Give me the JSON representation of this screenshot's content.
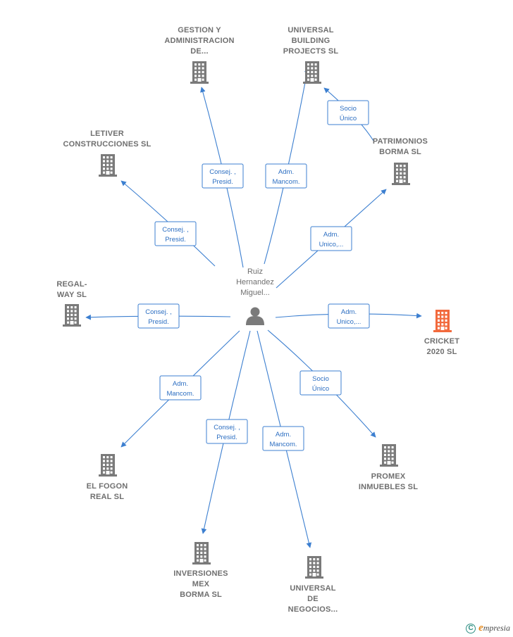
{
  "colors": {
    "edge": "#3c7fd0",
    "building": "#7a7a7a",
    "building_highlight": "#f26a3d",
    "text": "#6f6f6f",
    "brand": "#2f8f83"
  },
  "center": {
    "name_lines": [
      "Ruiz",
      "Hernandez",
      "Miguel..."
    ],
    "icon": "person-icon"
  },
  "companies": [
    {
      "id": "gestion",
      "name_lines": [
        "GESTION Y",
        "ADMINISTRACION",
        "DE..."
      ],
      "highlight": false
    },
    {
      "id": "universal-building",
      "name_lines": [
        "UNIVERSAL",
        "BUILDING",
        "PROJECTS  SL"
      ],
      "highlight": false
    },
    {
      "id": "letiver",
      "name_lines": [
        "LETIVER",
        "CONSTRUCCIONES SL"
      ],
      "highlight": false
    },
    {
      "id": "patrimonios",
      "name_lines": [
        "PATRIMONIOS",
        "BORMA SL"
      ],
      "highlight": false
    },
    {
      "id": "regal-way",
      "name_lines": [
        "REGAL-",
        "WAY  SL"
      ],
      "highlight": false
    },
    {
      "id": "cricket",
      "name_lines": [
        "CRICKET",
        "2020  SL"
      ],
      "highlight": true
    },
    {
      "id": "el-fogon",
      "name_lines": [
        "EL FOGON",
        "REAL SL"
      ],
      "highlight": false
    },
    {
      "id": "promex",
      "name_lines": [
        "PROMEX",
        "INMUEBLES SL"
      ],
      "highlight": false
    },
    {
      "id": "inversiones",
      "name_lines": [
        "INVERSIONES",
        "MEX",
        "BORMA  SL"
      ],
      "highlight": false
    },
    {
      "id": "universal-negocios",
      "name_lines": [
        "UNIVERSAL",
        "DE",
        "NEGOCIOS..."
      ],
      "highlight": false
    }
  ],
  "relations": [
    {
      "from": "center",
      "to": "gestion",
      "role_lines": [
        "Consej. ,",
        "Presid."
      ]
    },
    {
      "from": "center",
      "to": "universal-building",
      "role_lines": [
        "Adm.",
        "Mancom."
      ]
    },
    {
      "from": "patrimonios",
      "to": "universal-building",
      "role_lines": [
        "Socio",
        "Único"
      ]
    },
    {
      "from": "center",
      "to": "letiver",
      "role_lines": [
        "Consej. ,",
        "Presid."
      ]
    },
    {
      "from": "center",
      "to": "patrimonios",
      "role_lines": [
        "Adm.",
        "Unico,..."
      ]
    },
    {
      "from": "center",
      "to": "regal-way",
      "role_lines": [
        "Consej. ,",
        "Presid."
      ]
    },
    {
      "from": "center",
      "to": "cricket",
      "role_lines": [
        "Adm.",
        "Unico,..."
      ]
    },
    {
      "from": "center",
      "to": "el-fogon",
      "role_lines": [
        "Adm.",
        "Mancom."
      ]
    },
    {
      "from": "center",
      "to": "promex",
      "role_lines": [
        "Socio",
        "Único"
      ]
    },
    {
      "from": "center",
      "to": "inversiones",
      "role_lines": [
        "Consej. ,",
        "Presid."
      ]
    },
    {
      "from": "center",
      "to": "universal-negocios",
      "role_lines": [
        "Adm.",
        "Mancom."
      ]
    }
  ],
  "footer": {
    "copyright_symbol": "C",
    "brand_initial": "e",
    "brand_rest": "mpresia"
  }
}
